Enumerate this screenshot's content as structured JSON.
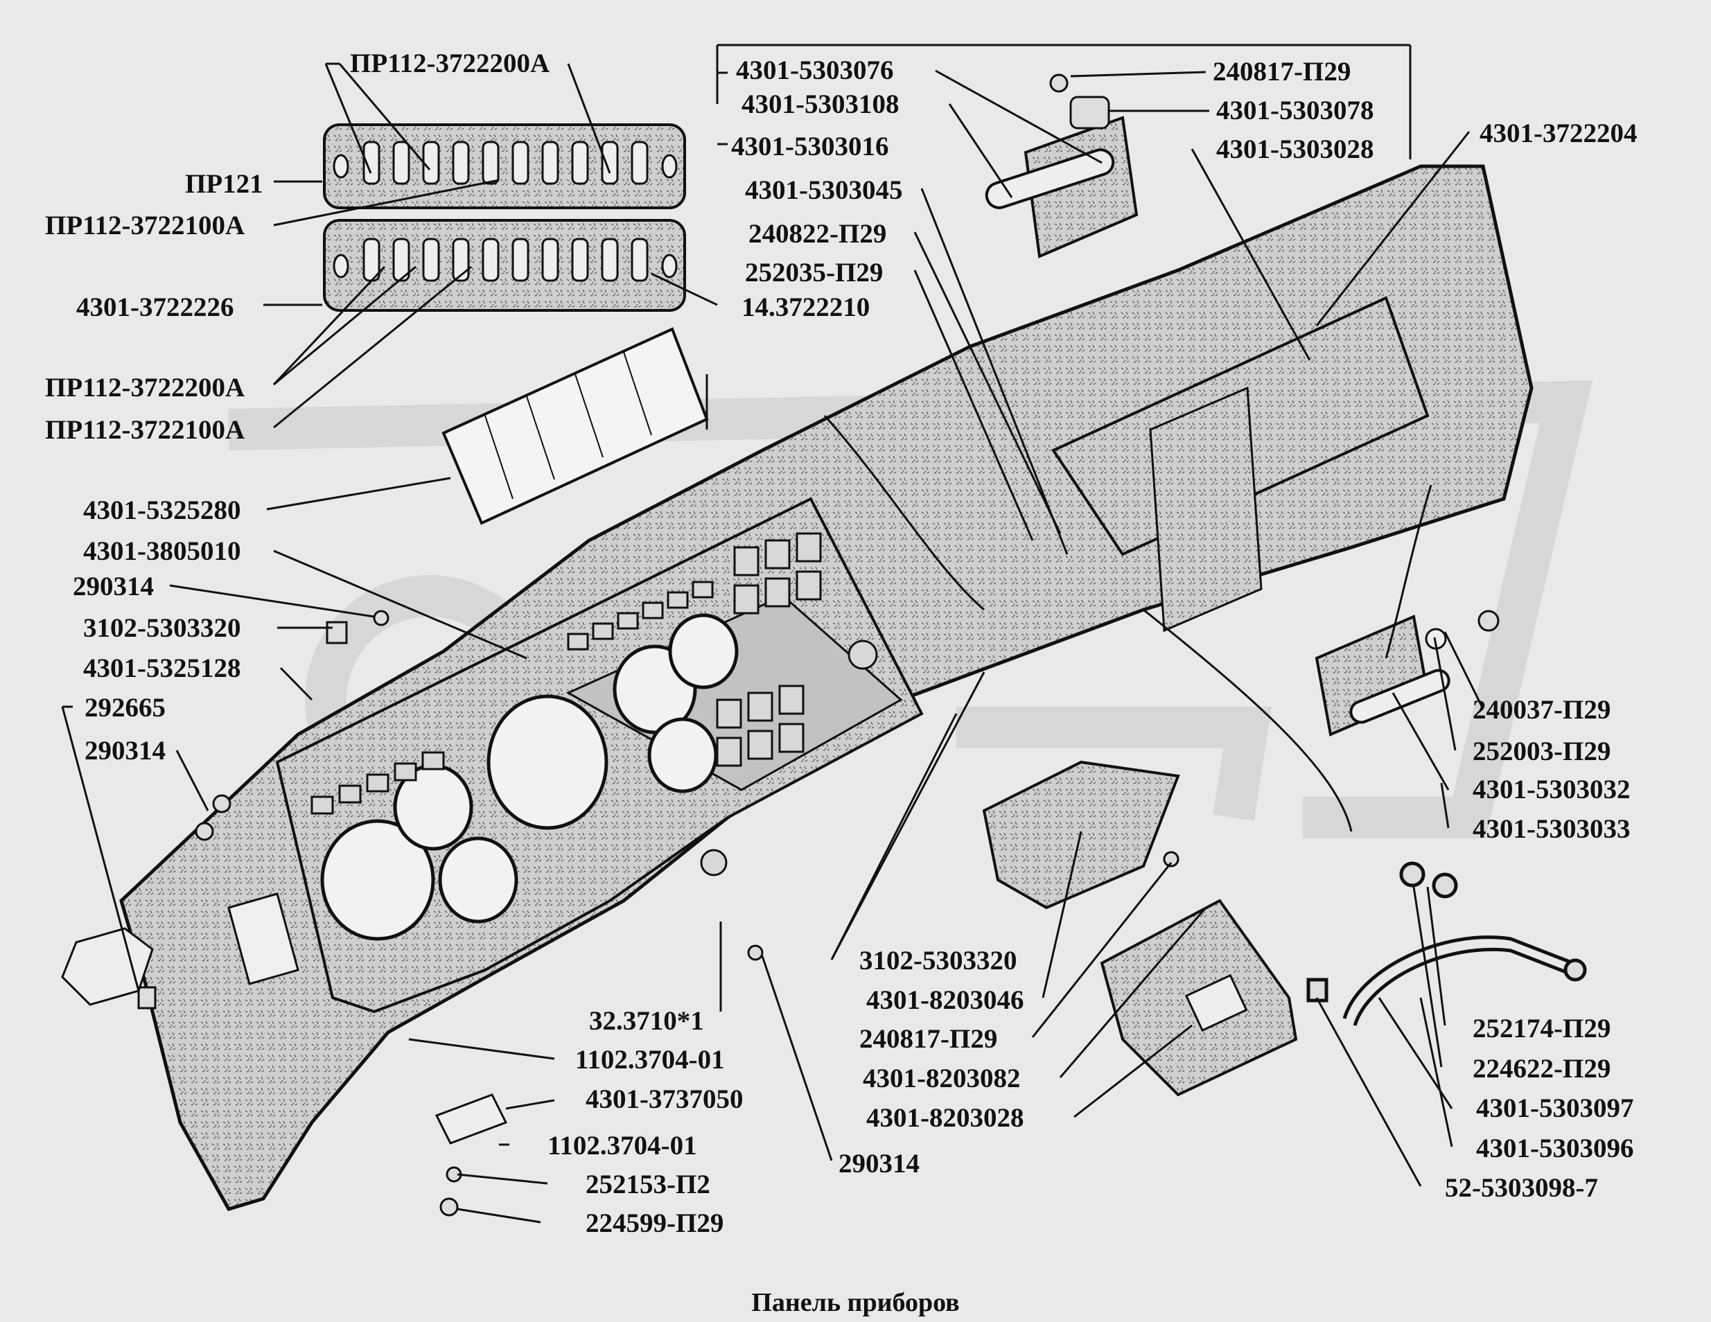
{
  "caption": "Панель приборов",
  "labels": {
    "l01": "ПР112-3722200А",
    "l02": "ПР121",
    "l03": "ПР112-3722100А",
    "l04": "4301-3722226",
    "l05": "14.3722210",
    "l06": "ПР112-3722200А",
    "l07": "ПР112-3722100А",
    "l08": "4301-5303076",
    "l09": "4301-5303108",
    "l10": "4301-5303016",
    "l11": "240817-П29",
    "l12": "4301-5303078",
    "l13": "4301-5303028",
    "l14": "4301-3722204",
    "l15": "4301-5303045",
    "l16": "240822-П29",
    "l17": "252035-П29",
    "l18": "4301-5325280",
    "l19": "4301-3805010",
    "l20": "290314",
    "l21": "3102-5303320",
    "l22": "4301-5325128",
    "l23": "292665",
    "l24": "290314",
    "l25": "240037-П29",
    "l26": "252003-П29",
    "l27": "4301-5303032",
    "l28": "4301-5303033",
    "l29": "3102-5303320",
    "l30": "4301-8203046",
    "l31": "240817-П29",
    "l32": "4301-8203082",
    "l33": "4301-8203028",
    "l34": "32.3710*1",
    "l35": "1102.3704-01",
    "l36": "4301-3737050",
    "l37": "1102.3704-01",
    "l38": "252153-П2",
    "l39": "224599-П29",
    "l40": "290314",
    "l41": "252174-П29",
    "l42": "224622-П29",
    "l43": "4301-5303097",
    "l44": "4301-5303096",
    "l45": "52-5303098-7"
  },
  "colors": {
    "background": "#e9e9e9",
    "line": "#111111",
    "part_fill": "#c9c9c9",
    "watermark": "#dcdcdc"
  }
}
